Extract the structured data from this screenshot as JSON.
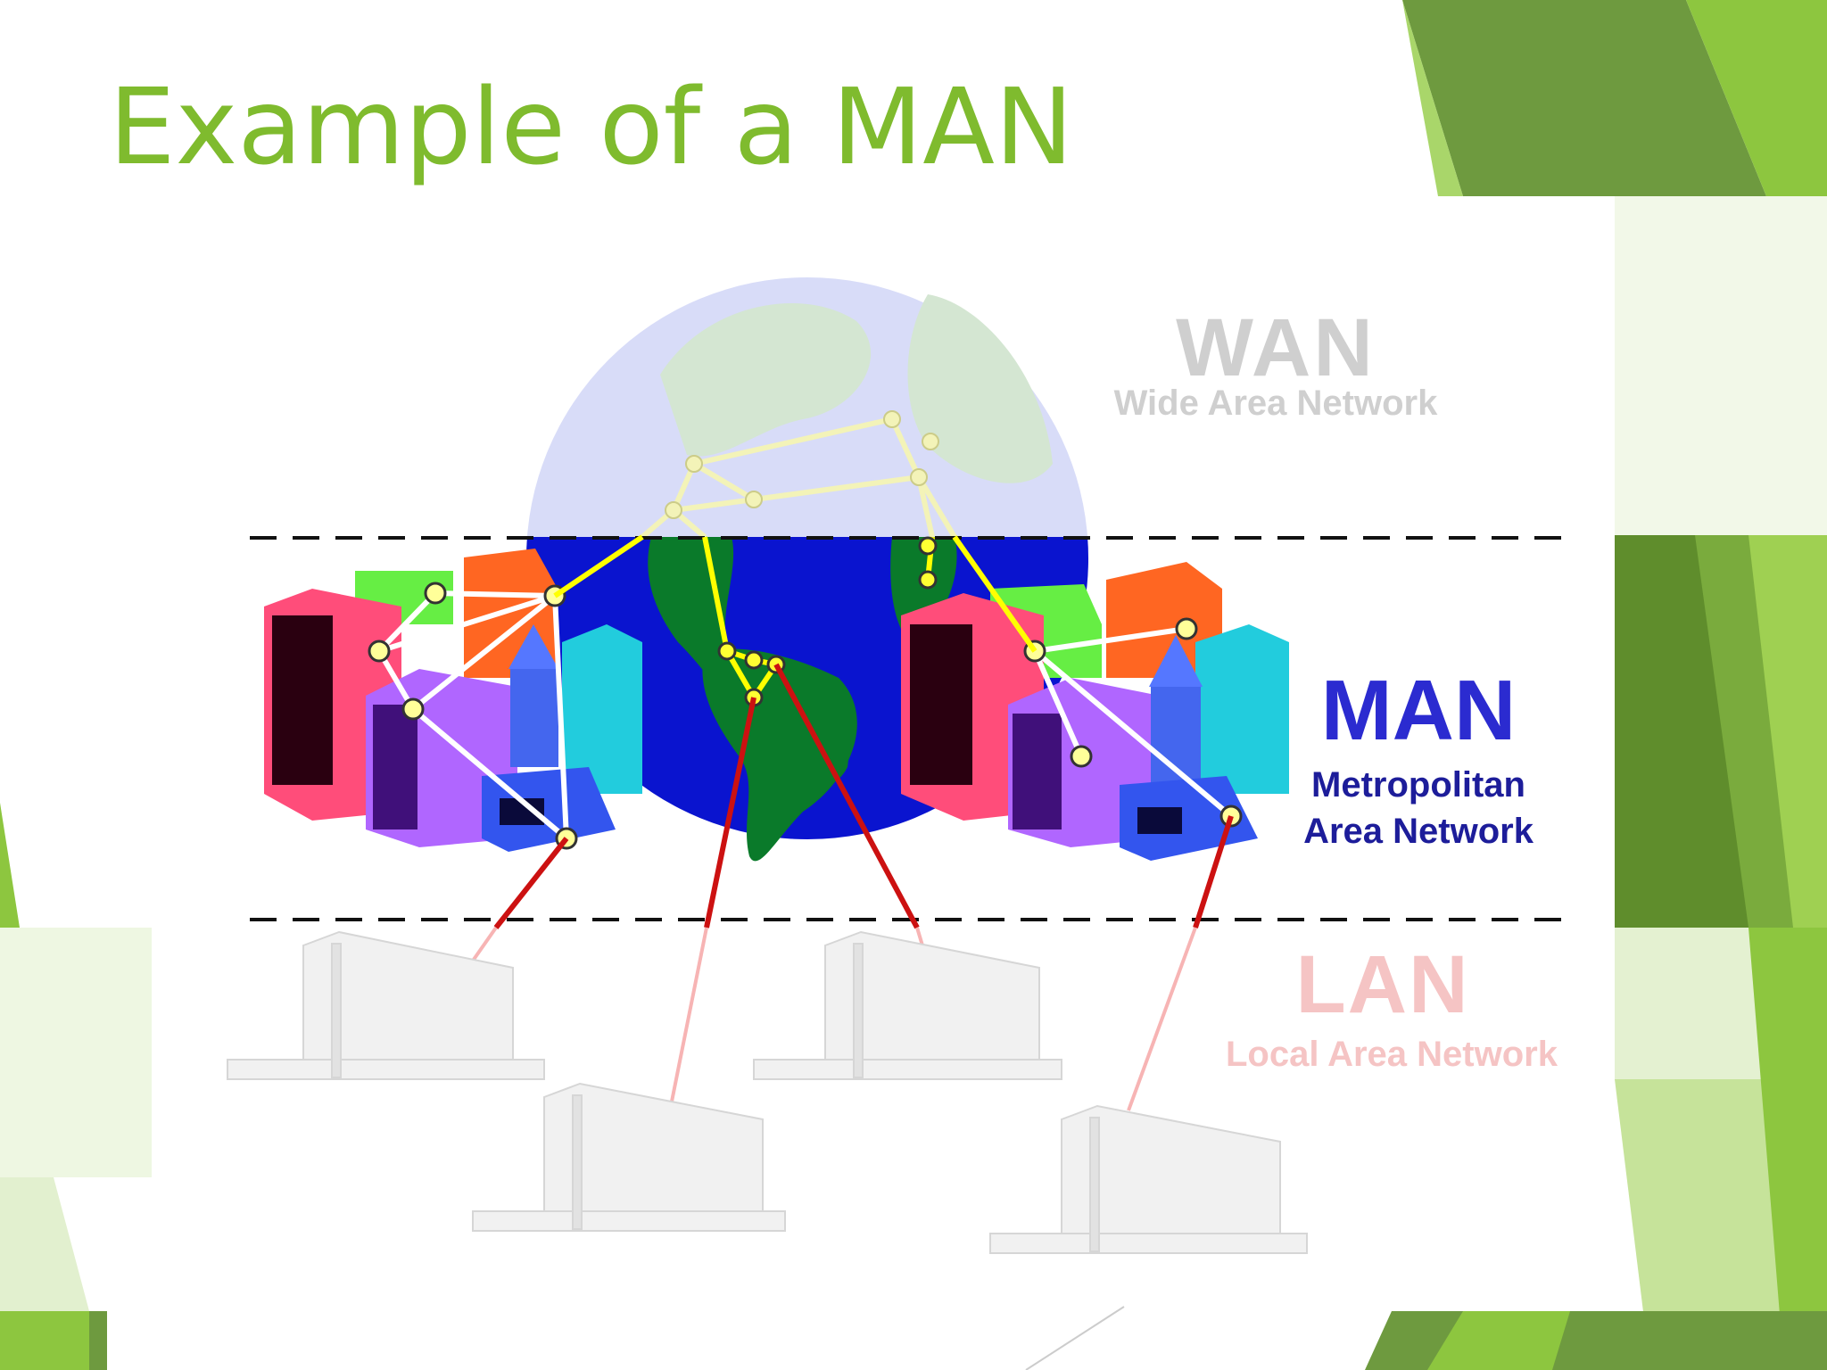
{
  "slide": {
    "title": "Example of a MAN"
  },
  "diagram": {
    "wan": {
      "acronym": "WAN",
      "full_name": "Wide Area Network"
    },
    "man": {
      "acronym": "MAN",
      "full_name_line1": "Metropolitan",
      "full_name_line2": "Area Network"
    },
    "lan": {
      "acronym": "LAN",
      "full_name": "Local Area Network"
    }
  },
  "colors": {
    "accent_green": "#8dc63f",
    "title_green": "#7fbb2e",
    "man_label": "#2b2bd0",
    "wan_label": "#cfcfcf",
    "lan_label": "#f5c4c4",
    "ocean": "#0a14cf",
    "land": "#0a7a2a",
    "link_white": "#ffffff",
    "link_yellow": "#ffff00",
    "link_red": "#cc1111"
  },
  "icons": [
    "globe-icon",
    "office-building-icon",
    "tower-building-icon",
    "lan-building-icon"
  ]
}
